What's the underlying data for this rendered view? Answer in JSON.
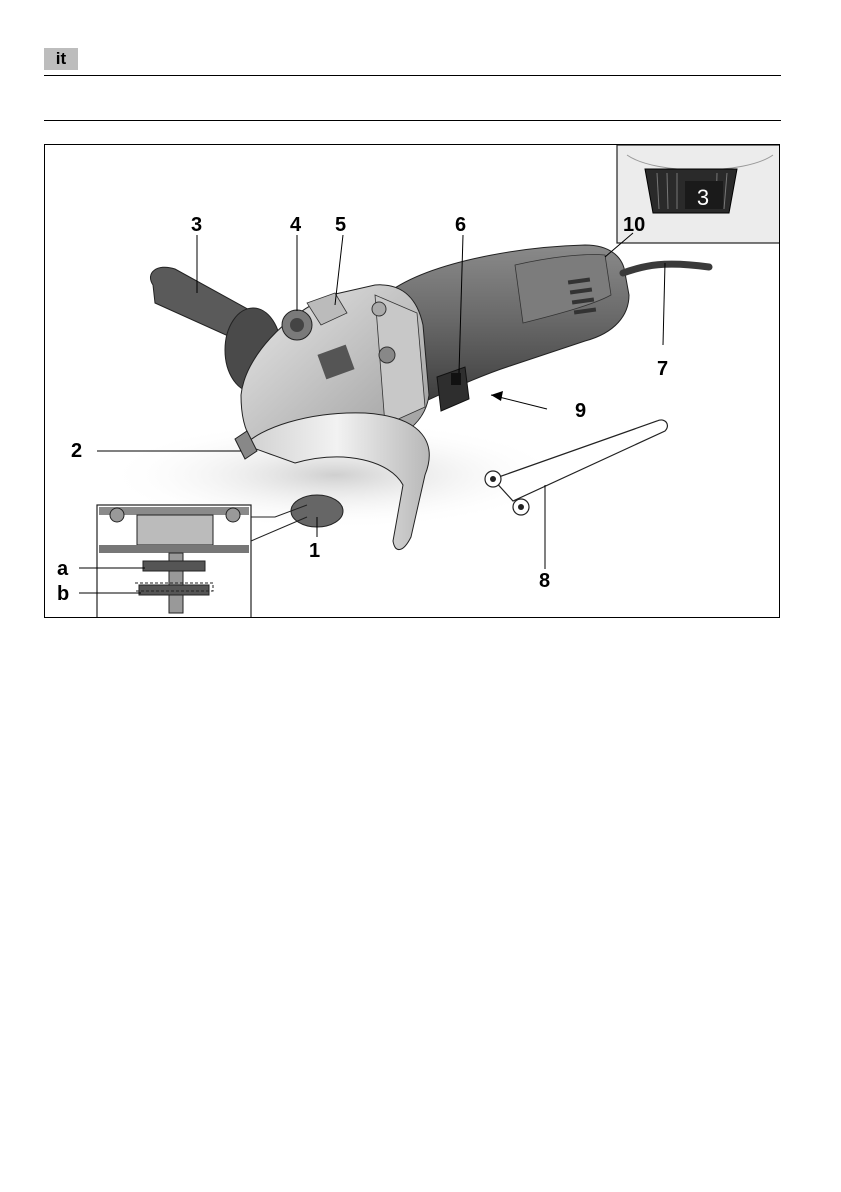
{
  "header": {
    "language_code": "it"
  },
  "figure": {
    "callouts": {
      "c1": "1",
      "c2": "2",
      "c3": "3",
      "c4": "4",
      "c5": "5",
      "c6": "6",
      "c7": "7",
      "c8": "8",
      "c9": "9",
      "c10": "10",
      "ca": "a",
      "cb": "b"
    },
    "speed_dial_setting": "3"
  }
}
